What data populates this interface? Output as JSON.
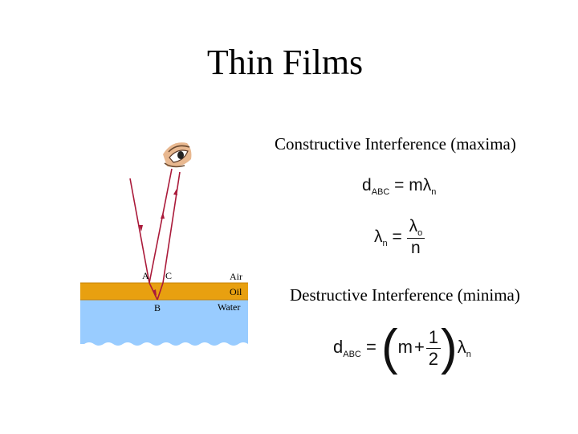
{
  "title": "Thin Films",
  "constructive": {
    "heading": "Constructive Interference (maxima)",
    "eq1": {
      "lhs": "d",
      "lhs_sub": "ABC",
      "eq": " = ",
      "rhs": "mλ",
      "rhs_sub": "n"
    },
    "eq2": {
      "lhs": "λ",
      "lhs_sub": "n",
      "eq": " = ",
      "num": "λ",
      "num_sub": "o",
      "den": "n"
    }
  },
  "destructive": {
    "heading": "Destructive Interference (minima)",
    "eq3": {
      "lhs": "d",
      "lhs_sub": "ABC",
      "eq": " = ",
      "m": "m",
      "plus": "+",
      "num": "1",
      "den": "2",
      "lam": "λ",
      "lam_sub": "n",
      "lparen": "(",
      "rparen": ")"
    }
  },
  "diagram": {
    "point_labels": {
      "a": "A",
      "b": "B",
      "c": "C"
    },
    "layer_labels": {
      "air": "Air",
      "oil": "Oil",
      "water": "Water"
    },
    "colors": {
      "oil": "#E8A010",
      "water": "#99CCFF",
      "ray": "#AA1A3A"
    }
  }
}
